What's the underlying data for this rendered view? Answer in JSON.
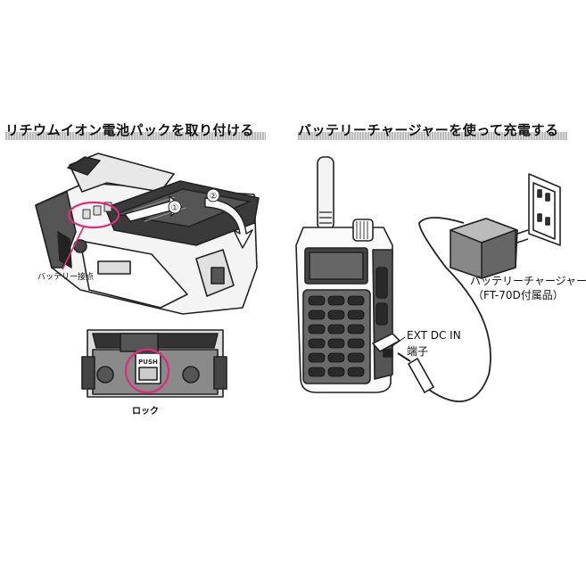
{
  "headings": {
    "left": "リチウムイオン電池パックを取り付ける",
    "right": "バッテリーチャージャーを使って充電する"
  },
  "labels": {
    "battery_contact": "バッテリー接点",
    "lock": "ロック",
    "step1": "①",
    "step2": "②",
    "push": "PUSH",
    "charger_line1": "バッテリーチャージャー",
    "charger_line2": "（FT-70D付属品）",
    "ext_dc_in": "EXT DC IN",
    "terminal": "端子"
  },
  "colors": {
    "highlight": "#d6327a",
    "line": "#222222"
  }
}
